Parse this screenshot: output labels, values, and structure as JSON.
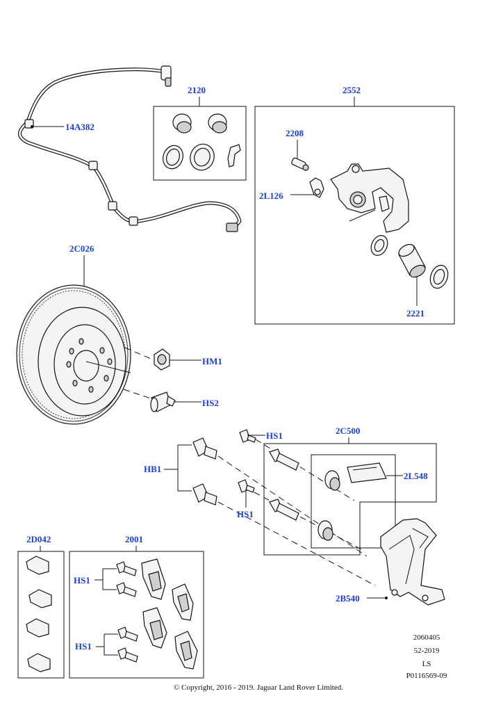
{
  "callouts": {
    "sensor_wire": "14A382",
    "bushing_kit": "2120",
    "caliper": "2552",
    "bleed_screw": "2208",
    "bracket_clip": "2L126",
    "piston": "2221",
    "disc": "2C026",
    "hm1": "HM1",
    "hs2": "HS2",
    "hs1_top": "HS1",
    "carrier_kit": "2C500",
    "shim": "2L548",
    "hb1": "HB1",
    "hs1_mid": "HS1",
    "carrier": "2B540",
    "clip_kit": "2D042",
    "pad_kit": "2001",
    "hs1_pad_a": "HS1",
    "hs1_pad_b": "HS1"
  },
  "reference": {
    "line1": "2060405",
    "line2": "52-2019",
    "line3": "LS",
    "line4": "P0116569-09"
  },
  "copyright": "© Copyright, 2016 - 2019. Jaguar Land Rover Limited.",
  "colors": {
    "callout_text": "#1a3fd6",
    "line_art": "#111111"
  }
}
